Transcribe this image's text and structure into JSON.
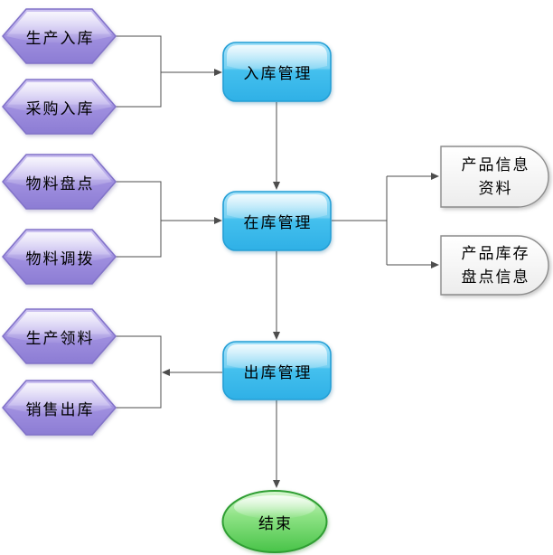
{
  "diagram": {
    "type": "flowchart",
    "nodes": {
      "production_inbound": {
        "label": "生产入库",
        "shape": "hexagon"
      },
      "purchase_inbound": {
        "label": "采购入库",
        "shape": "hexagon"
      },
      "inbound_mgmt": {
        "label": "入库管理",
        "shape": "process"
      },
      "material_count": {
        "label": "物料盘点",
        "shape": "hexagon"
      },
      "material_transfer": {
        "label": "物料调拨",
        "shape": "hexagon"
      },
      "instock_mgmt": {
        "label": "在库管理",
        "shape": "process"
      },
      "product_info_doc": {
        "line1": "产品信息",
        "line2": "资料",
        "shape": "delay-document"
      },
      "inventory_count_doc": {
        "line1": "产品库存",
        "line2": "盘点信息",
        "shape": "delay-document"
      },
      "production_picking": {
        "label": "生产领料",
        "shape": "hexagon"
      },
      "sales_outbound": {
        "label": "销售出库",
        "shape": "hexagon"
      },
      "outbound_mgmt": {
        "label": "出库管理",
        "shape": "process"
      },
      "end": {
        "label": "结束",
        "shape": "terminator"
      }
    },
    "edges": [
      {
        "from": "production_inbound",
        "to": "inbound_mgmt"
      },
      {
        "from": "purchase_inbound",
        "to": "inbound_mgmt"
      },
      {
        "from": "inbound_mgmt",
        "to": "instock_mgmt"
      },
      {
        "from": "material_count",
        "to": "instock_mgmt"
      },
      {
        "from": "material_transfer",
        "to": "instock_mgmt"
      },
      {
        "from": "instock_mgmt",
        "to": "product_info_doc"
      },
      {
        "from": "instock_mgmt",
        "to": "inventory_count_doc"
      },
      {
        "from": "instock_mgmt",
        "to": "outbound_mgmt"
      },
      {
        "from": "outbound_mgmt",
        "to": "production_picking"
      },
      {
        "from": "outbound_mgmt",
        "to": "sales_outbound"
      },
      {
        "from": "outbound_mgmt",
        "to": "end"
      }
    ],
    "colors": {
      "hexagon_fill": "#a99ae4",
      "hexagon_border": "#8273c9",
      "process_fill": "#45c0ee",
      "process_border": "#239fd6",
      "document_fill": "#ffffff",
      "document_border": "#8c8c8c",
      "end_fill": "#63d35f",
      "end_border": "#2f9e33",
      "connector": "#4d4d4d",
      "text": "#000000"
    }
  }
}
